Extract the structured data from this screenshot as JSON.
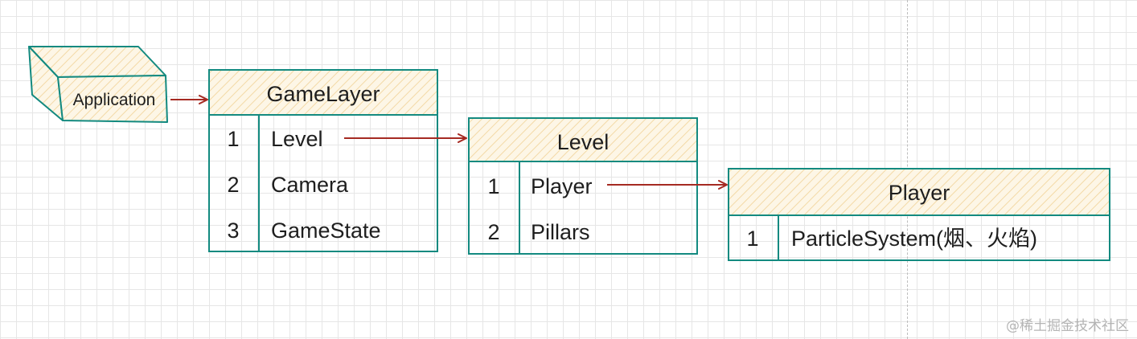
{
  "application": {
    "label": "Application"
  },
  "gamelayer": {
    "title": "GameLayer",
    "rows": [
      {
        "num": "1",
        "label": "Level"
      },
      {
        "num": "2",
        "label": "Camera"
      },
      {
        "num": "3",
        "label": "GameState"
      }
    ]
  },
  "level": {
    "title": "Level",
    "rows": [
      {
        "num": "1",
        "label": "Player"
      },
      {
        "num": "2",
        "label": "Pillars"
      }
    ]
  },
  "player": {
    "title": "Player",
    "rows": [
      {
        "num": "1",
        "label": "ParticleSystem(烟、火焰)"
      }
    ]
  },
  "watermark": "@稀土掘金技术社区",
  "colors": {
    "stroke": "#138a80",
    "header_fill": "#fbe9c2",
    "arrow": "#a52a22",
    "grid": "#e6e6e6"
  }
}
